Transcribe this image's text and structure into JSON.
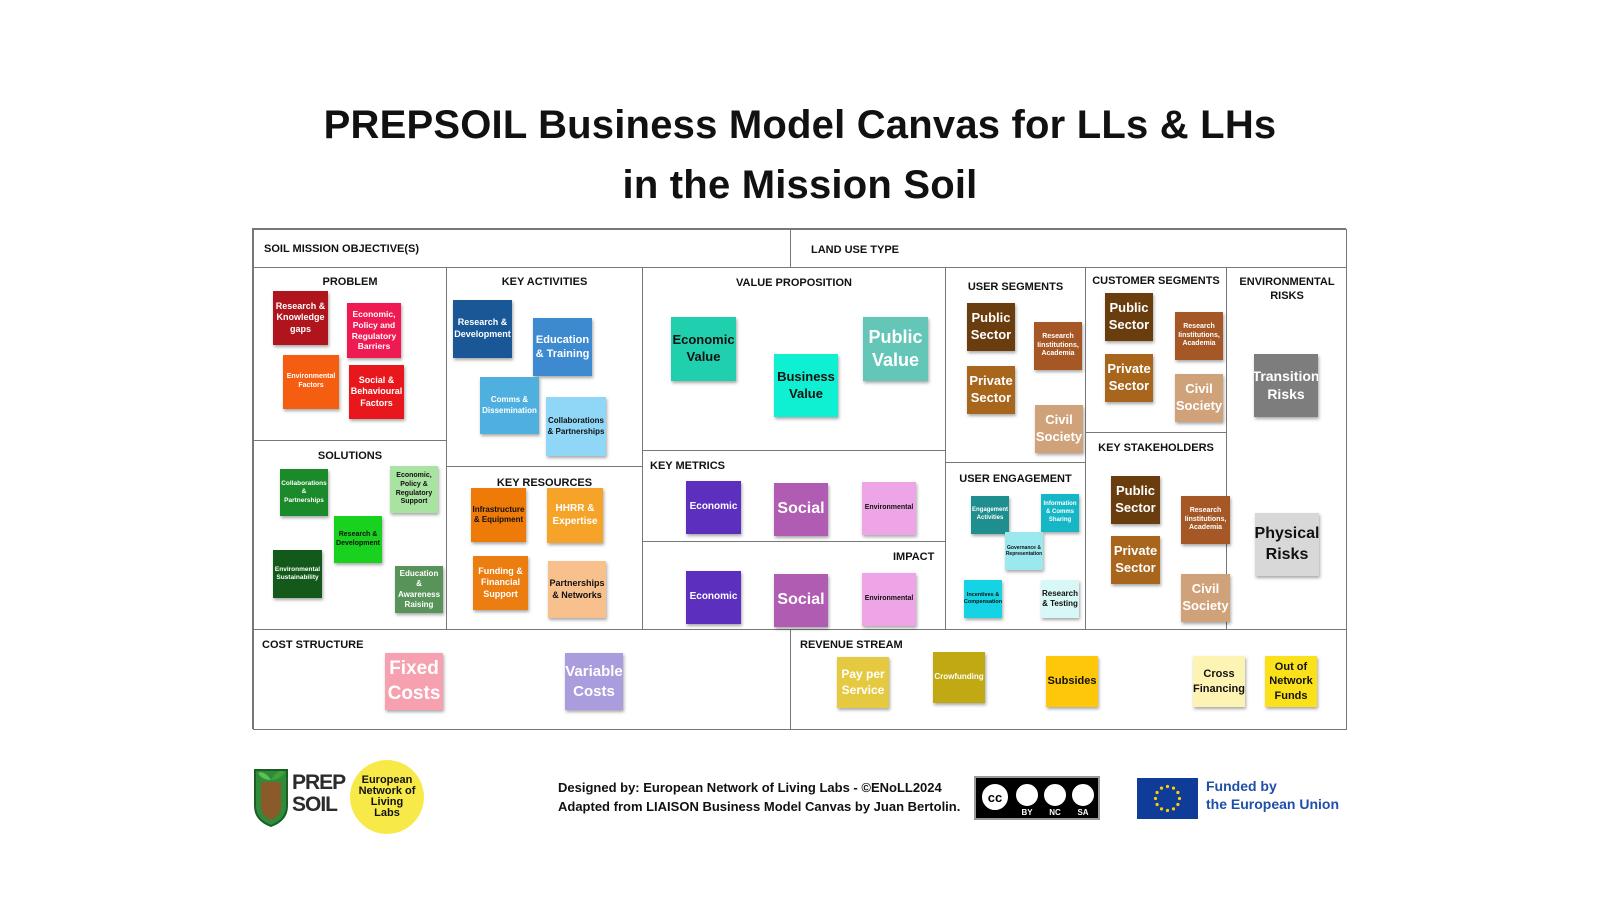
{
  "title": {
    "line1": "PREPSOIL Business Model Canvas for LLs & LHs",
    "line2": "in the Mission Soil"
  },
  "sections": {
    "objectives": "SOIL MISSION OBJECTIVE(S)",
    "land_use": "LAND USE TYPE",
    "problem": "PROBLEM",
    "solutions": "SOLUTIONS",
    "key_activities": "KEY ACTIVITIES",
    "key_resources": "KEY RESOURCES",
    "value_proposition": "VALUE PROPOSITION",
    "key_metrics": "KEY METRICS",
    "impact": "IMPACT",
    "user_segments": "USER SEGMENTS",
    "user_engagement": "USER ENGAGEMENT",
    "customer_segments": "CUSTOMER SEGMENTS",
    "key_stakeholders": "KEY STAKEHOLDERS",
    "environmental_risks": "ENVIRONMENTAL RISKS",
    "cost_structure": "COST STRUCTURE",
    "revenue_stream": "REVENUE STREAM"
  },
  "notes": {
    "problem": [
      {
        "text": "Research & Knowledge gaps",
        "color": "#b0141d"
      },
      {
        "text": "Economic, Policy and Regulatory Barriers",
        "color": "#ef1a52"
      },
      {
        "text": "Environmental Factors",
        "color": "#f55d10"
      },
      {
        "text": "Social & Behavioural Factors",
        "color": "#e8171b"
      }
    ],
    "solutions": [
      {
        "text": "Collaborations & Partnerships",
        "color": "#1b8a2a"
      },
      {
        "text": "Economic, Policy & Regulatory Support",
        "color": "#a9e3a2"
      },
      {
        "text": "Research & Development",
        "color": "#19d11f"
      },
      {
        "text": "Environmental Sustainability",
        "color": "#135a1a"
      },
      {
        "text": "Education & Awareness Raising",
        "color": "#58935a"
      }
    ],
    "key_activities": [
      {
        "text": "Research & Development",
        "color": "#1a5797"
      },
      {
        "text": "Education & Training",
        "color": "#3e8ad0"
      },
      {
        "text": "Comms & Dissemination",
        "color": "#4fb0df"
      },
      {
        "text": "Collaborations & Partnerships",
        "color": "#8fd6f7"
      }
    ],
    "key_resources": [
      {
        "text": "Infrastructure & Equipment",
        "color": "#ee7a08"
      },
      {
        "text": "HHRR & Expertise",
        "color": "#f6a329"
      },
      {
        "text": "Funding & Financial Support",
        "color": "#ec7d10"
      },
      {
        "text": "Partnerships & Networks",
        "color": "#f8c08c"
      }
    ],
    "value_proposition": [
      {
        "text": "Economic Value",
        "color": "#20cfae"
      },
      {
        "text": "Business Value",
        "color": "#0ff0d3"
      },
      {
        "text": "Public Value",
        "color": "#63c6b7"
      }
    ],
    "key_metrics": [
      {
        "text": "Economic",
        "color": "#5d2fbe"
      },
      {
        "text": "Social",
        "color": "#b05cb3"
      },
      {
        "text": "Environmental",
        "color": "#eda5e7"
      }
    ],
    "impact": [
      {
        "text": "Economic",
        "color": "#5d2fbe"
      },
      {
        "text": "Social",
        "color": "#b05cb3"
      },
      {
        "text": "Environmental",
        "color": "#eda5e7"
      }
    ],
    "user_segments": [
      {
        "text": "Public Sector",
        "color": "#6a3d0e"
      },
      {
        "text": "Private Sector",
        "color": "#a8651c"
      },
      {
        "text": "Research Iinstitutions, Academia",
        "color": "#a55825"
      },
      {
        "text": "Civil Society",
        "color": "#d0a27a"
      }
    ],
    "user_engagement": [
      {
        "text": "Engagement Activities",
        "color": "#1e8e8e"
      },
      {
        "text": "Information & Comms Sharing",
        "color": "#15b6c6"
      },
      {
        "text": "Governance & Representation",
        "color": "#9be9ef"
      },
      {
        "text": "Incentives & Compensation",
        "color": "#14d3e4"
      },
      {
        "text": "Research & Testing",
        "color": "#d8f7f7"
      }
    ],
    "customer_segments": [
      {
        "text": "Public Sector",
        "color": "#6a3d0e"
      },
      {
        "text": "Private Sector",
        "color": "#a8651c"
      },
      {
        "text": "Research Iinstitutions, Academia",
        "color": "#a55825"
      },
      {
        "text": "Civil Society",
        "color": "#d0a27a"
      }
    ],
    "key_stakeholders": [
      {
        "text": "Public Sector",
        "color": "#6a3d0e"
      },
      {
        "text": "Private Sector",
        "color": "#a8651c"
      },
      {
        "text": "Research Iinstitutions, Academia",
        "color": "#a55825"
      },
      {
        "text": "Civil Society",
        "color": "#d0a27a"
      }
    ],
    "environmental_risks": [
      {
        "text": "Transition Risks",
        "color": "#7d7d7d"
      },
      {
        "text": "Physical Risks",
        "color": "#d8d8d8"
      }
    ],
    "cost_structure": [
      {
        "text": "Fixed Costs",
        "color": "#f7a0b0"
      },
      {
        "text": "Variable Costs",
        "color": "#ab9ddd"
      }
    ],
    "revenue_stream": [
      {
        "text": "Pay per Service",
        "color": "#e5c941"
      },
      {
        "text": "Crowfunding",
        "color": "#c0a912"
      },
      {
        "text": "Subsides",
        "color": "#ffc70a"
      },
      {
        "text": "Cross Financing",
        "color": "#fdf3b2"
      },
      {
        "text": "Out of Network Funds",
        "color": "#fbe11a"
      }
    ]
  },
  "footer": {
    "prep_logo_line1": "PREP",
    "prep_logo_line2": "SOIL",
    "enoll_logo": "European Network of Living Labs",
    "designed_by": "Designed by: European Network of Living Labs - ©ENoLL2024",
    "adapted_from": "Adapted from LIAISON Business Model Canvas by Juan Bertolin.",
    "cc_labels": [
      "BY",
      "NC",
      "SA"
    ],
    "eu_line1": "Funded by",
    "eu_line2": "the European Union"
  }
}
